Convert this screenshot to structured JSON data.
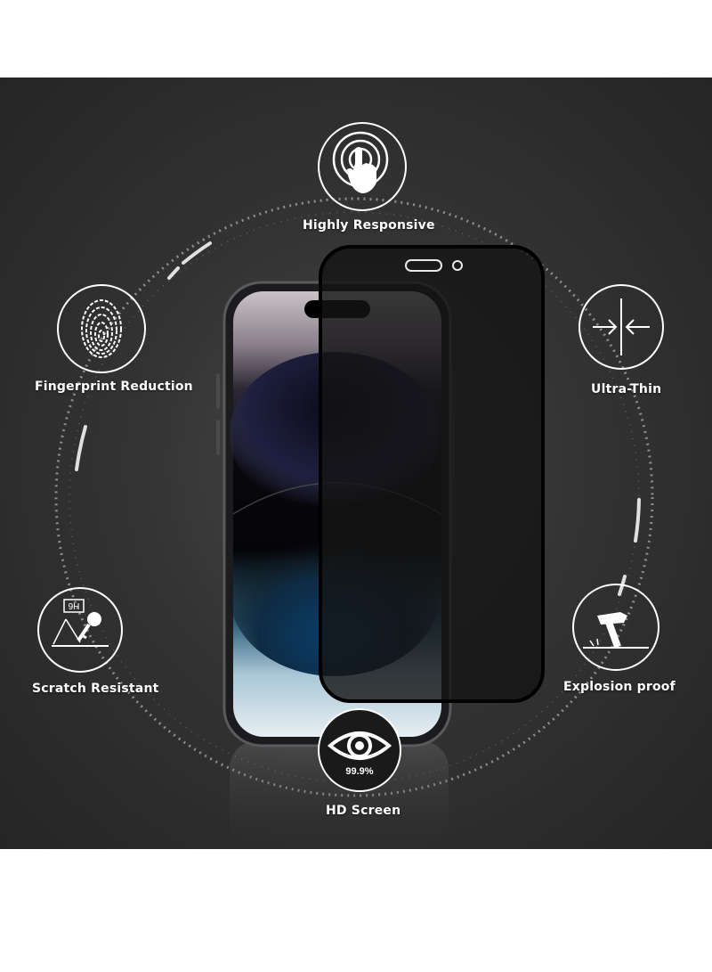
{
  "features": {
    "highly_responsive": "Highly Responsive",
    "fingerprint_reduction": "Fingerprint Reduction",
    "ultra_thin": "Ultra-Thin",
    "scratch_resistant": "Scratch Resistant",
    "explosion_proof": "Explosion proof",
    "hd_screen": "HD Screen"
  },
  "badges": {
    "hardness": "9H",
    "transparency": "99.9%"
  },
  "icons": {
    "highly_responsive": "touch-finger-icon",
    "fingerprint_reduction": "fingerprint-icon",
    "ultra_thin": "inward-arrows-icon",
    "scratch_resistant": "key-scratch-icon",
    "explosion_proof": "hammer-icon",
    "hd_screen": "eye-icon"
  },
  "colors": {
    "background": "#2d2d2d",
    "accent": "#ffffff",
    "film": "#141414"
  }
}
